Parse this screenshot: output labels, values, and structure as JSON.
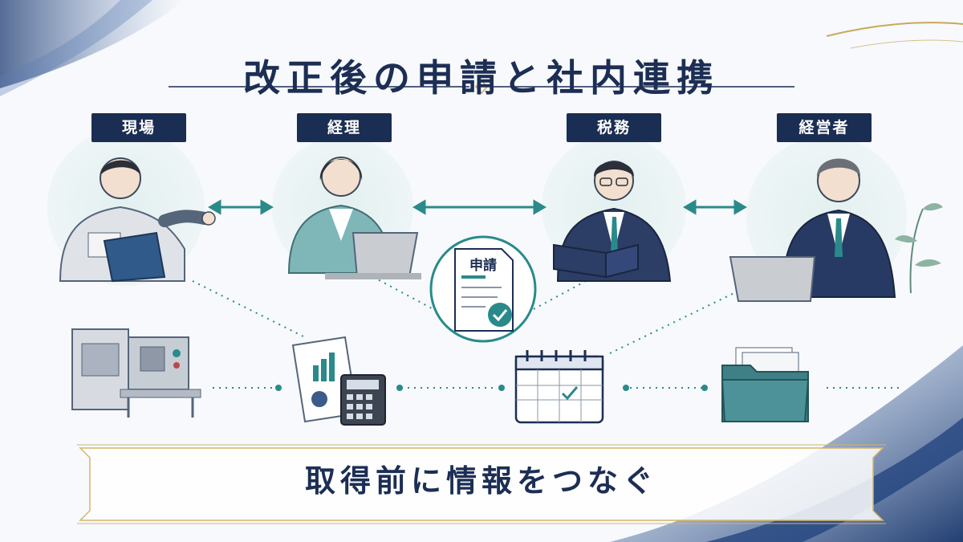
{
  "title": "改正後の申請と社内連携",
  "roles": [
    "現場",
    "経理",
    "税務",
    "経営者"
  ],
  "document_label": "申請",
  "banner": "取得前に情報をつなぐ",
  "icons": {
    "person_1": "factory-worker-with-clipboard-icon",
    "person_2": "accountant-with-laptop-icon",
    "person_3": "tax-advisor-with-notebook-icon",
    "person_4": "executive-with-laptop-icon",
    "item_1": "machine-equipment-icon",
    "item_2": "financial-report-and-calculator-icon",
    "item_3": "calendar-with-check-icon",
    "item_4": "document-folder-icon",
    "center": "application-document-with-check-icon"
  },
  "colors": {
    "navy": "#1a2d52",
    "teal": "#2a8a8a",
    "gold": "#c9a95a",
    "background": "#f7f9fc"
  }
}
